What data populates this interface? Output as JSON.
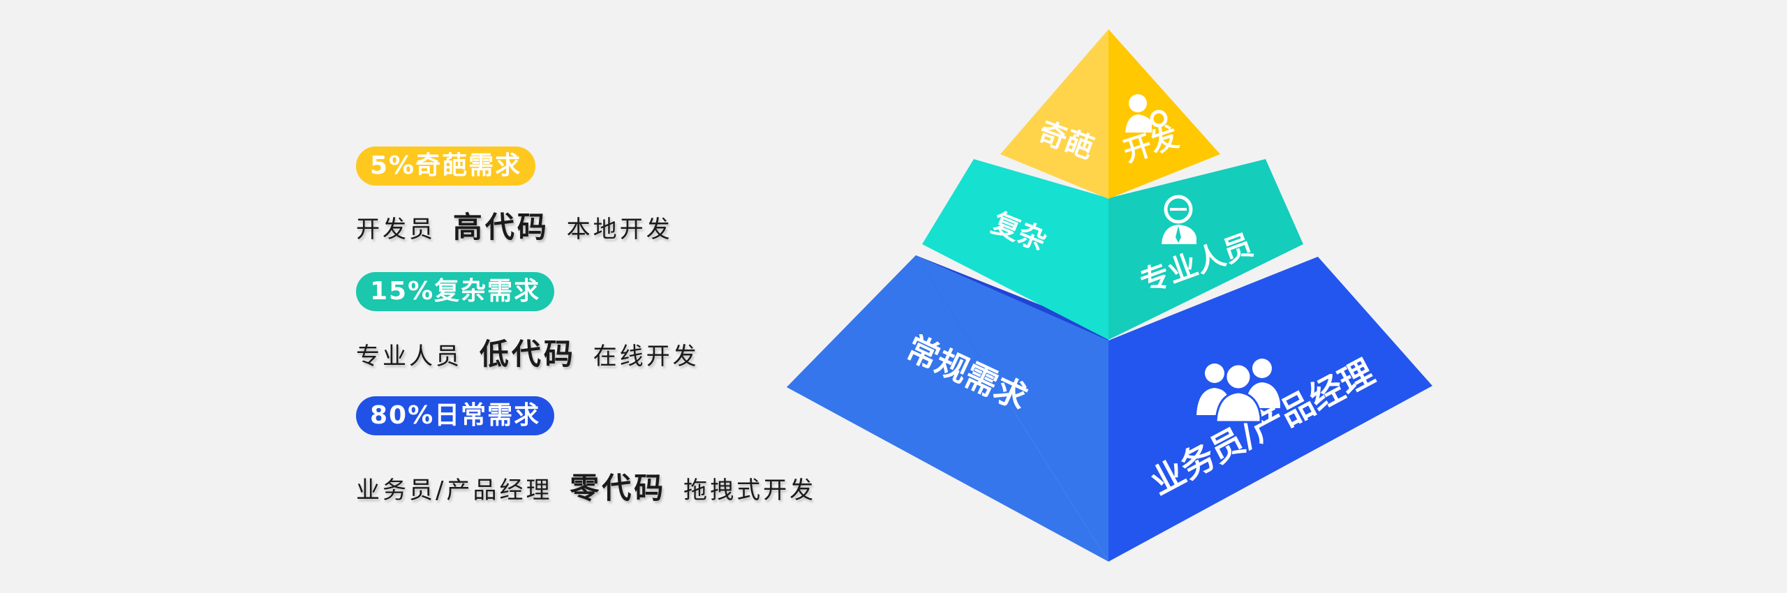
{
  "left": {
    "tiers": [
      {
        "badge": "5%奇葩需求",
        "desc_a": "开发员",
        "desc_b": "高代码",
        "desc_c": "本地开发"
      },
      {
        "badge": "15%复杂需求",
        "desc_a": "专业人员",
        "desc_b": "低代码",
        "desc_c": "在线开发"
      },
      {
        "badge": "80%日常需求",
        "desc_a": "业务员/产品经理",
        "desc_b": "零代码",
        "desc_c": "拖拽式开发"
      }
    ]
  },
  "pyramid": {
    "top": {
      "left_label": "奇葩",
      "right_label": "开发",
      "icon": "developer-icon"
    },
    "middle": {
      "left_label": "复杂",
      "right_label": "专业人员",
      "icon": "professional-icon"
    },
    "bottom": {
      "left_label": "常规需求",
      "right_label": "业务员/产品经理",
      "icon": "group-users-icon"
    }
  },
  "colors": {
    "yellow": "#ffc81e",
    "teal": "#1bc7ad",
    "blue": "#2152e6"
  }
}
